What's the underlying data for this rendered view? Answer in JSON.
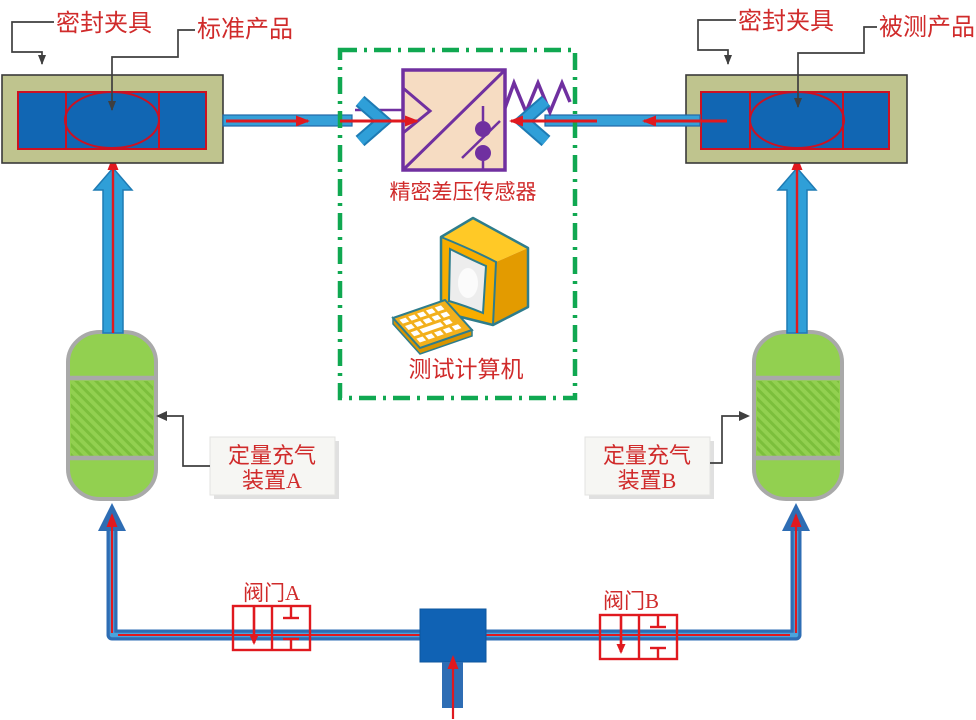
{
  "labels": {
    "seal_fixture_left": "密封夹具",
    "standard_product": "标准产品",
    "seal_fixture_right": "密封夹具",
    "tested_product": "被测产品",
    "sensor": "精密差压传感器",
    "computer": "测试计算机",
    "device_a_line1": "定量充气",
    "device_a_line2": "装置A",
    "device_b_line1": "定量充气",
    "device_b_line2": "装置B",
    "valve_a": "阀门A",
    "valve_b": "阀门B"
  },
  "colors": {
    "label_red": "#d02b2b",
    "line_red": "#e0191f",
    "pipe_dark_blue": "#2e6db4",
    "pipe_light_blue": "#2f9fd8",
    "fixture_olive": "#bfc48e",
    "fixture_blue": "#1166b3",
    "tank_green": "#92d050",
    "tank_border": "#a9a9a9",
    "sensor_purple": "#7030a0",
    "sensor_fill": "#f6dcc2",
    "dashed_box_green": "#10a851",
    "computer_gold": "#f7ad00",
    "connector_black": "#3f3f3f"
  }
}
